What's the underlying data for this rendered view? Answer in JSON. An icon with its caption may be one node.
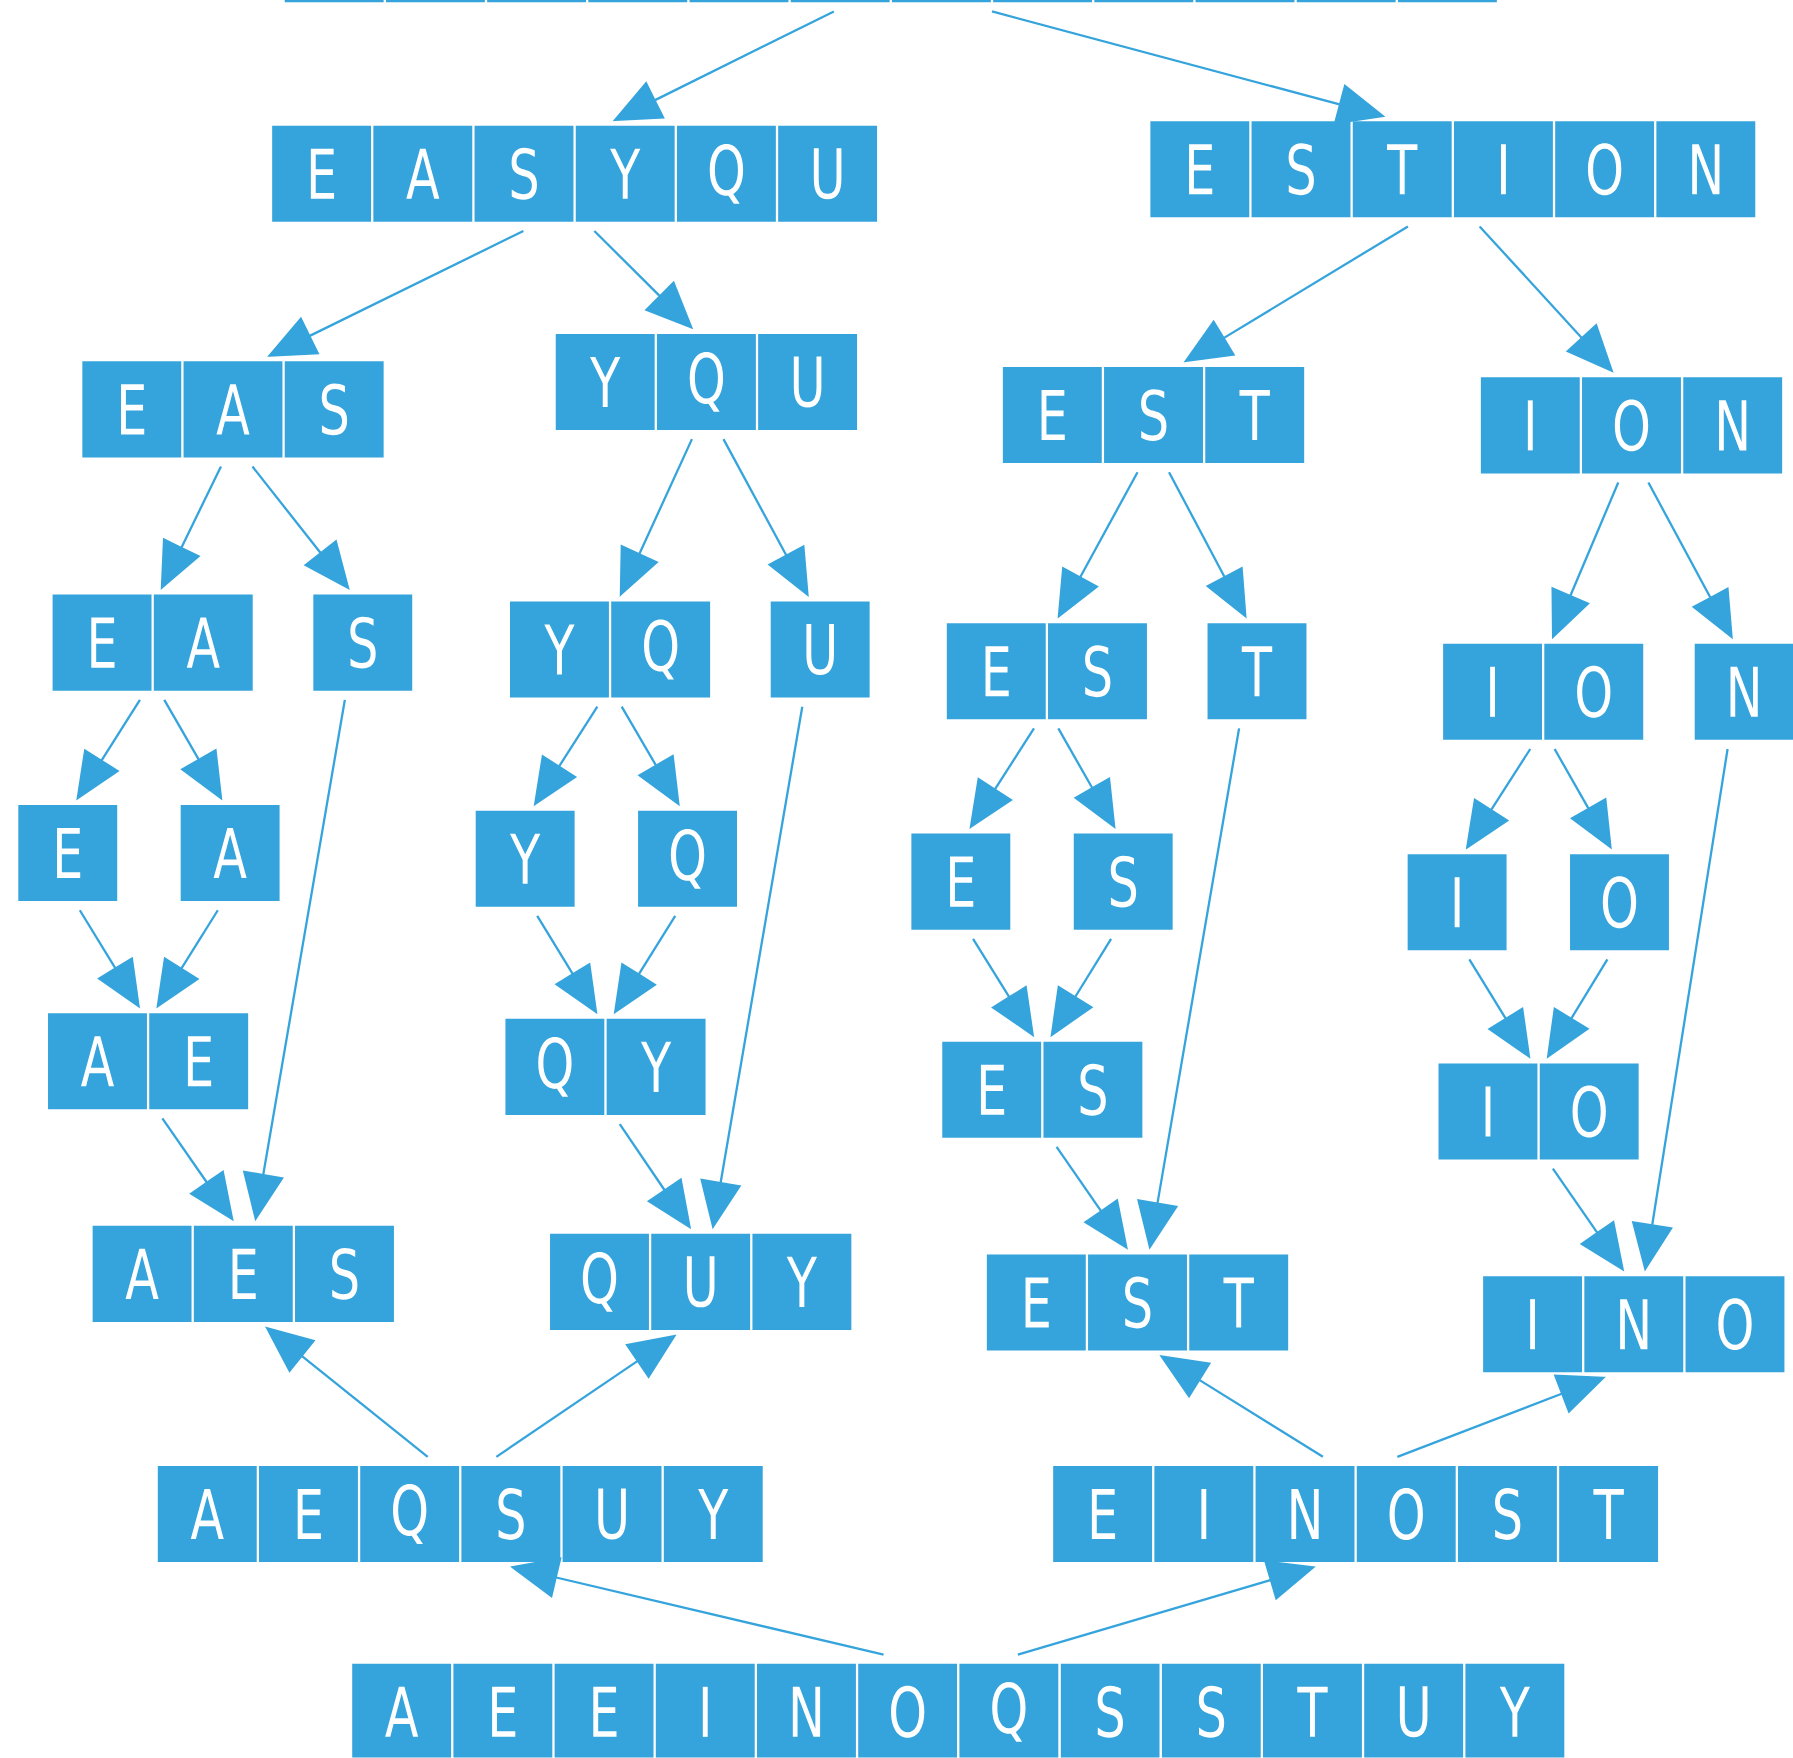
{
  "diagram": {
    "nodes": [
      {
        "text": [],
        "shape": "bar"
      },
      {
        "text": [
          "E",
          "A",
          "S",
          "Y",
          "Q",
          "U"
        ]
      },
      {
        "text": [
          "E",
          "S",
          "T",
          "I",
          "O",
          "N"
        ]
      },
      {
        "text": [
          "E",
          "A",
          "S"
        ]
      },
      {
        "text": [
          "Y",
          "Q",
          "U"
        ]
      },
      {
        "text": [
          "E",
          "S",
          "T"
        ]
      },
      {
        "text": [
          "I",
          "O",
          "N"
        ]
      },
      {
        "text": [
          "E",
          "A"
        ]
      },
      {
        "text": [
          "S"
        ]
      },
      {
        "text": [
          "Y",
          "Q"
        ]
      },
      {
        "text": [
          "U"
        ]
      },
      {
        "text": [
          "E",
          "S"
        ]
      },
      {
        "text": [
          "T"
        ]
      },
      {
        "text": [
          "I",
          "O"
        ]
      },
      {
        "text": [
          "N"
        ]
      },
      {
        "text": [
          "E"
        ]
      },
      {
        "text": [
          "A"
        ]
      },
      {
        "text": [
          "Y"
        ]
      },
      {
        "text": [
          "Q"
        ]
      },
      {
        "text": [
          "E"
        ]
      },
      {
        "text": [
          "S"
        ]
      },
      {
        "text": [
          "I"
        ]
      },
      {
        "text": [
          "O"
        ]
      },
      {
        "text": [
          "A",
          "E"
        ]
      },
      {
        "text": [
          "Q",
          "Y"
        ]
      },
      {
        "text": [
          "E",
          "S"
        ]
      },
      {
        "text": [
          "I",
          "O"
        ]
      },
      {
        "text": [
          "A",
          "E",
          "S"
        ]
      },
      {
        "text": [
          "Q",
          "U",
          "Y"
        ]
      },
      {
        "text": [
          "E",
          "S",
          "T"
        ]
      },
      {
        "text": [
          "I",
          "N",
          "O"
        ]
      },
      {
        "text": [
          "A",
          "E",
          "Q",
          "S",
          "U",
          "Y"
        ]
      },
      {
        "text": [
          "E",
          "I",
          "N",
          "O",
          "S",
          "T"
        ]
      },
      {
        "text": [
          "A",
          "E",
          "E",
          "I",
          "N",
          "O",
          "Q",
          "S",
          "S",
          "T",
          "U",
          "Y"
        ]
      }
    ],
    "edges": [
      {
        "from": 0,
        "to": 1,
        "arrow": "to"
      },
      {
        "from": 0,
        "to": 2,
        "arrow": "to"
      },
      {
        "from": 1,
        "to": 3,
        "arrow": "to"
      },
      {
        "from": 1,
        "to": 4,
        "arrow": "to"
      },
      {
        "from": 2,
        "to": 5,
        "arrow": "to"
      },
      {
        "from": 2,
        "to": 6,
        "arrow": "to"
      },
      {
        "from": 3,
        "to": 7,
        "arrow": "to"
      },
      {
        "from": 3,
        "to": 8,
        "arrow": "to"
      },
      {
        "from": 4,
        "to": 9,
        "arrow": "to"
      },
      {
        "from": 4,
        "to": 10,
        "arrow": "to"
      },
      {
        "from": 5,
        "to": 11,
        "arrow": "to"
      },
      {
        "from": 5,
        "to": 12,
        "arrow": "to"
      },
      {
        "from": 6,
        "to": 13,
        "arrow": "to"
      },
      {
        "from": 6,
        "to": 14,
        "arrow": "to"
      },
      {
        "from": 7,
        "to": 15,
        "arrow": "to"
      },
      {
        "from": 7,
        "to": 16,
        "arrow": "to"
      },
      {
        "from": 9,
        "to": 17,
        "arrow": "to"
      },
      {
        "from": 9,
        "to": 18,
        "arrow": "to"
      },
      {
        "from": 11,
        "to": 19,
        "arrow": "to"
      },
      {
        "from": 11,
        "to": 20,
        "arrow": "to"
      },
      {
        "from": 13,
        "to": 21,
        "arrow": "to"
      },
      {
        "from": 13,
        "to": 22,
        "arrow": "to"
      },
      {
        "from": 15,
        "to": 23,
        "arrow": "to"
      },
      {
        "from": 16,
        "to": 23,
        "arrow": "to"
      },
      {
        "from": 17,
        "to": 24,
        "arrow": "to"
      },
      {
        "from": 18,
        "to": 24,
        "arrow": "to"
      },
      {
        "from": 19,
        "to": 25,
        "arrow": "to"
      },
      {
        "from": 20,
        "to": 25,
        "arrow": "to"
      },
      {
        "from": 21,
        "to": 26,
        "arrow": "to"
      },
      {
        "from": 22,
        "to": 26,
        "arrow": "to"
      },
      {
        "from": 23,
        "to": 27,
        "arrow": "to"
      },
      {
        "from": 8,
        "to": 27,
        "arrow": "to"
      },
      {
        "from": 24,
        "to": 28,
        "arrow": "to"
      },
      {
        "from": 10,
        "to": 28,
        "arrow": "to"
      },
      {
        "from": 25,
        "to": 29,
        "arrow": "to"
      },
      {
        "from": 12,
        "to": 29,
        "arrow": "to"
      },
      {
        "from": 26,
        "to": 30,
        "arrow": "to"
      },
      {
        "from": 14,
        "to": 30,
        "arrow": "to"
      },
      {
        "from": 31,
        "to": 27,
        "arrow": "to"
      },
      {
        "from": 31,
        "to": 28,
        "arrow": "to"
      },
      {
        "from": 32,
        "to": 29,
        "arrow": "to"
      },
      {
        "from": 32,
        "to": 30,
        "arrow": "to"
      },
      {
        "from": 33,
        "to": 31,
        "arrow": "to"
      },
      {
        "from": 33,
        "to": 32,
        "arrow": "to"
      }
    ]
  }
}
